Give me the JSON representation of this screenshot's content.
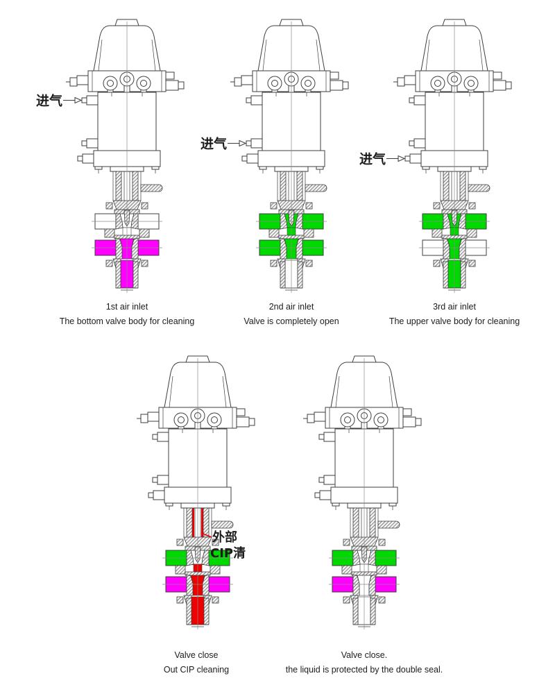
{
  "page": {
    "background": "#ffffff"
  },
  "colors": {
    "line": "#3d3d3d",
    "centerline": "#8a8a8a",
    "magenta": "#ff00ff",
    "green": "#00d900",
    "red": "#ee0000",
    "white": "#ffffff",
    "text": "#1c1c1c"
  },
  "valves": [
    {
      "id": "valve-1",
      "air_inlet_port": 1,
      "air_inlet_label": "进气",
      "cip_channel": false,
      "fills": {
        "upper_body": "white",
        "upper_center": "white",
        "neck": "white",
        "lower_body": "magenta",
        "lower_center": "magenta",
        "outlet": "magenta"
      },
      "caption_line1": "1st air inlet",
      "caption_line2": "The bottom valve body for cleaning"
    },
    {
      "id": "valve-2",
      "air_inlet_port": 2,
      "air_inlet_label": "进气",
      "cip_channel": false,
      "fills": {
        "upper_body": "green",
        "upper_center": "green",
        "neck": "green",
        "lower_body": "green",
        "lower_center": "green",
        "outlet": "white"
      },
      "caption_line1": "2nd air inlet",
      "caption_line2": "Valve is completely open"
    },
    {
      "id": "valve-3",
      "air_inlet_port": 3,
      "air_inlet_label": "进气",
      "cip_channel": false,
      "fills": {
        "upper_body": "green",
        "upper_center": "green",
        "neck": "green",
        "lower_body": "white",
        "lower_center": "green",
        "outlet": "green"
      },
      "caption_line1": "3rd air inlet",
      "caption_line2": "The upper valve body for cleaning"
    },
    {
      "id": "valve-4",
      "air_inlet_port": 0,
      "cip_channel": true,
      "cip_label_line1": "外部",
      "cip_label_line2": "CIP清",
      "fills": {
        "upper_body": "green",
        "upper_center": "white",
        "neck": "red",
        "lower_body": "magenta",
        "lower_center": "red",
        "outlet": "red"
      },
      "caption_line1": "Valve close",
      "caption_line2": "Out CIP cleaning"
    },
    {
      "id": "valve-5",
      "air_inlet_port": 0,
      "cip_channel": false,
      "fills": {
        "upper_body": "green",
        "upper_center": "white",
        "neck": "white",
        "lower_body": "magenta",
        "lower_center": "white",
        "outlet": "white"
      },
      "caption_line1": "Valve close.",
      "caption_line2": "the liquid is protected by the double seal."
    }
  ]
}
